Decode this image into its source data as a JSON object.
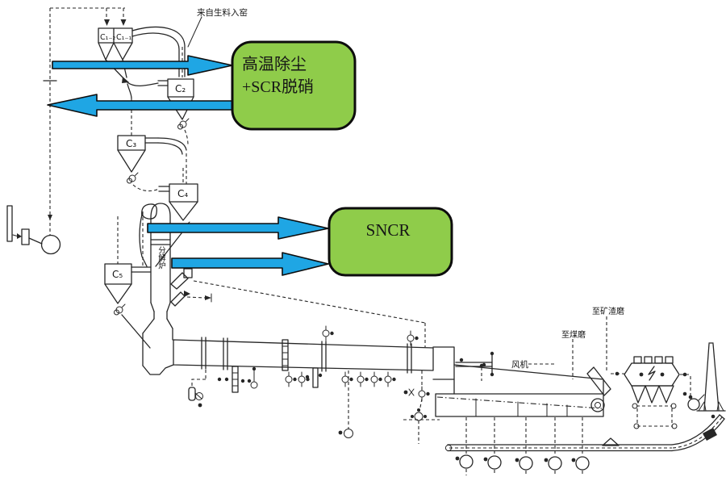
{
  "colors": {
    "highlight_green": "#8FCC4A",
    "arrow_blue": "#1FA6E4",
    "line_color": "#262626"
  },
  "annotations": {
    "scr_box": {
      "line1": "高温除尘",
      "line2": "+SCR脱硝"
    },
    "sncr_box": {
      "label": "SNCR"
    }
  },
  "labels": {
    "raw_meal_feed": "来自生料入窑",
    "calciner": "分解炉",
    "fan": "风机",
    "to_coal_mill": "至煤磨",
    "to_slag_mill": "至矿渣磨"
  },
  "cyclones": {
    "c1_2": "C₁₋₂",
    "c1_1": "C₁₋₁",
    "c2": "C₂",
    "c3": "C₃",
    "c4": "C₄",
    "c5": "C₅"
  }
}
